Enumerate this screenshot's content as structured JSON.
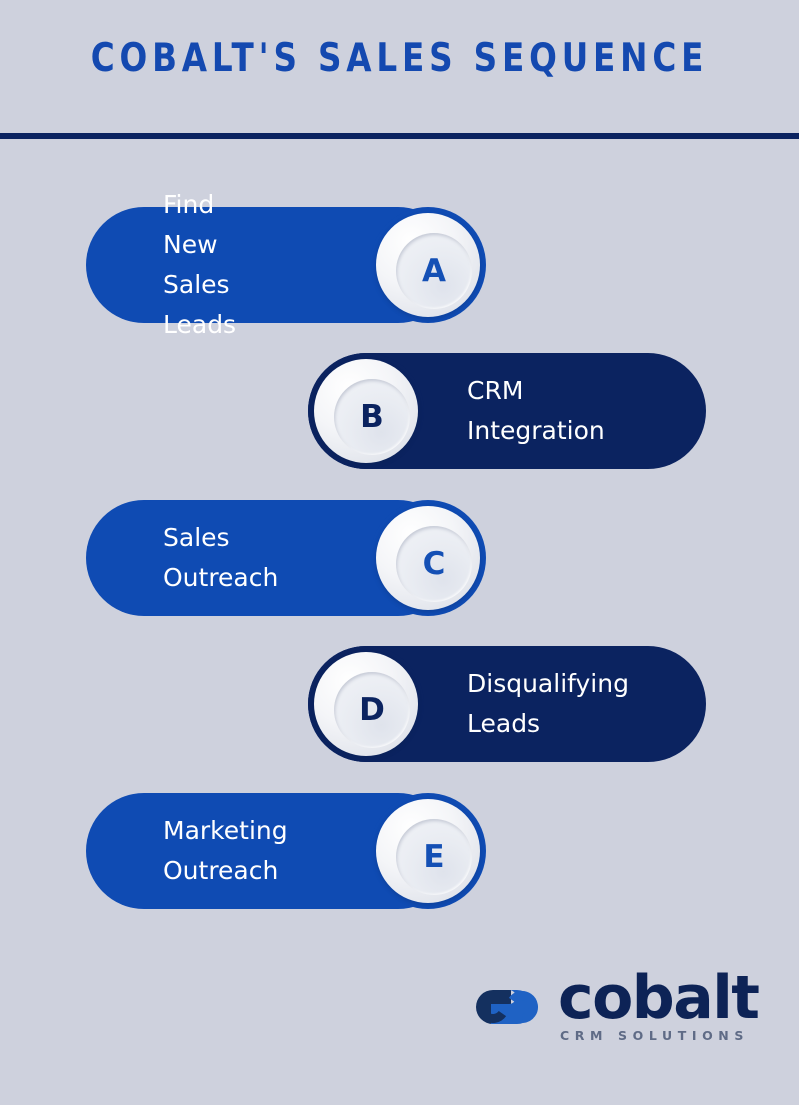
{
  "header": {
    "title": "COBALT'S SALES SEQUENCE",
    "title_color": "#1449b0",
    "rule_color": "#0b2360"
  },
  "theme": {
    "background": "#ced1dd",
    "pill_blue": "#0f4bb3",
    "pill_navy": "#0b2360",
    "badge_face": "#eef0f5",
    "label_color": "#ffffff"
  },
  "steps": [
    {
      "badge": "A",
      "label": "Find New\nSales Leads",
      "align": "left",
      "color": "#0f4bb3"
    },
    {
      "badge": "B",
      "label": "CRM\nIntegration",
      "align": "right",
      "color": "#0b2360"
    },
    {
      "badge": "C",
      "label": "Sales\nOutreach",
      "align": "left",
      "color": "#0f4bb3"
    },
    {
      "badge": "D",
      "label": "Disqualifying\nLeads",
      "align": "right",
      "color": "#0b2360"
    },
    {
      "badge": "E",
      "label": "Marketing\nOutreach",
      "align": "left",
      "color": "#0f4bb3"
    }
  ],
  "logo": {
    "wordmark": "cobalt",
    "tagline": "CRM SOLUTIONS",
    "mark_dark": "#14305f",
    "mark_blue": "#1f62c4",
    "word_color": "#0d2356",
    "tagline_color": "#5f6b86"
  }
}
